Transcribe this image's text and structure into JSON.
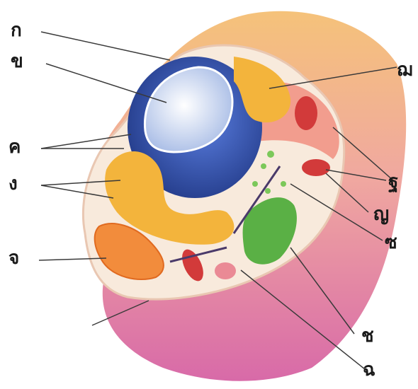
{
  "diagram": {
    "labels": {
      "k": "ก",
      "kh": "ข",
      "kh2": "ค",
      "ng": "ง",
      "ch": "จ",
      "chh": "ฉ",
      "ch2": "ช",
      "s": "ซ",
      "y": "ญ",
      "th": "ฐ",
      "ch3": "ฌ"
    },
    "colors": {
      "membrane": "#e8c0b8",
      "cytoplasm": "#f7e6d6",
      "nucleus": "#2f4fa6",
      "nucleolus": "#b8c8ea",
      "golgi": "#f29a3a",
      "er": "#f2b640",
      "chloroplast": "#56a840",
      "mitochondria": "#d23a3a",
      "lysosome": "#e87f8a",
      "outer_wall": "#e6a4b0"
    }
  }
}
